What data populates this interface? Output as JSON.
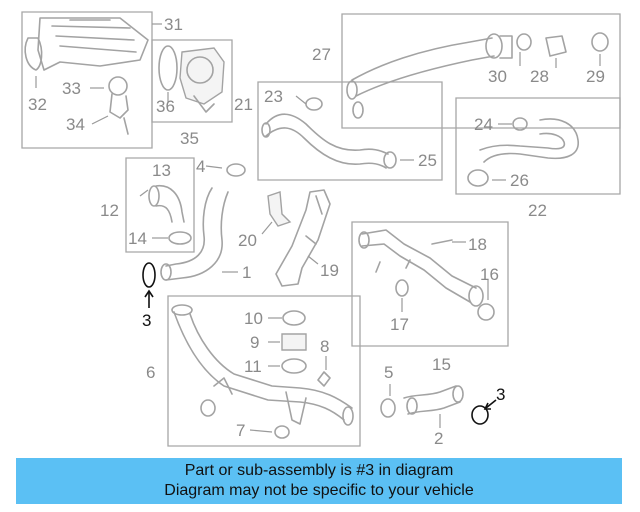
{
  "diagram": {
    "callouts": [
      "1",
      "2",
      "3",
      "4",
      "5",
      "6",
      "7",
      "8",
      "9",
      "10",
      "11",
      "12",
      "13",
      "14",
      "15",
      "16",
      "17",
      "18",
      "19",
      "20",
      "21",
      "22",
      "23",
      "24",
      "25",
      "26",
      "27",
      "28",
      "29",
      "30",
      "31",
      "32",
      "33",
      "34",
      "35",
      "36"
    ],
    "highlight_callout": "3",
    "highlight_color": "#111111",
    "part_color": "#a3a3a3"
  },
  "banner": {
    "line1": "Part or sub-assembly is #3 in diagram",
    "line2": "Diagram may not be specific to your vehicle",
    "background": "#5bc0f4"
  }
}
